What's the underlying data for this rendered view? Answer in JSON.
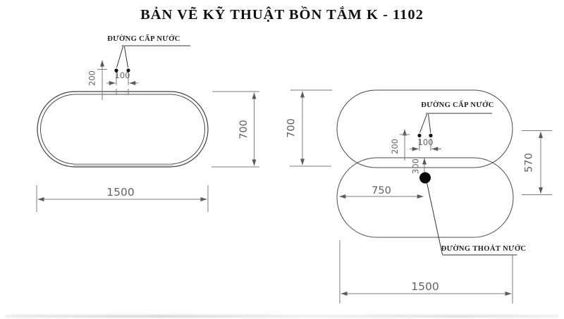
{
  "title": "BẢN VẼ KỸ THUẬT BỒN TẮM K - 1102",
  "labels": {
    "supply": "ĐƯỜNG CẤP NƯỚC",
    "drain": "ĐƯỜNG THOÁT NƯỚC"
  },
  "top_view": {
    "dims": {
      "length": "1500",
      "width": "700",
      "supply_offset": "200",
      "supply_spacing": "100"
    }
  },
  "front_view": {
    "dims": {
      "length": "1500",
      "height": "700",
      "inner_height": "570",
      "drain_from_left": "750",
      "drain_offset": "300",
      "supply_offset": "200",
      "supply_spacing": "100"
    }
  },
  "colors": {
    "background": "#ffffff",
    "outline": "#3f3f3f",
    "dimension": "#7b7b7b",
    "text": "#111111"
  }
}
